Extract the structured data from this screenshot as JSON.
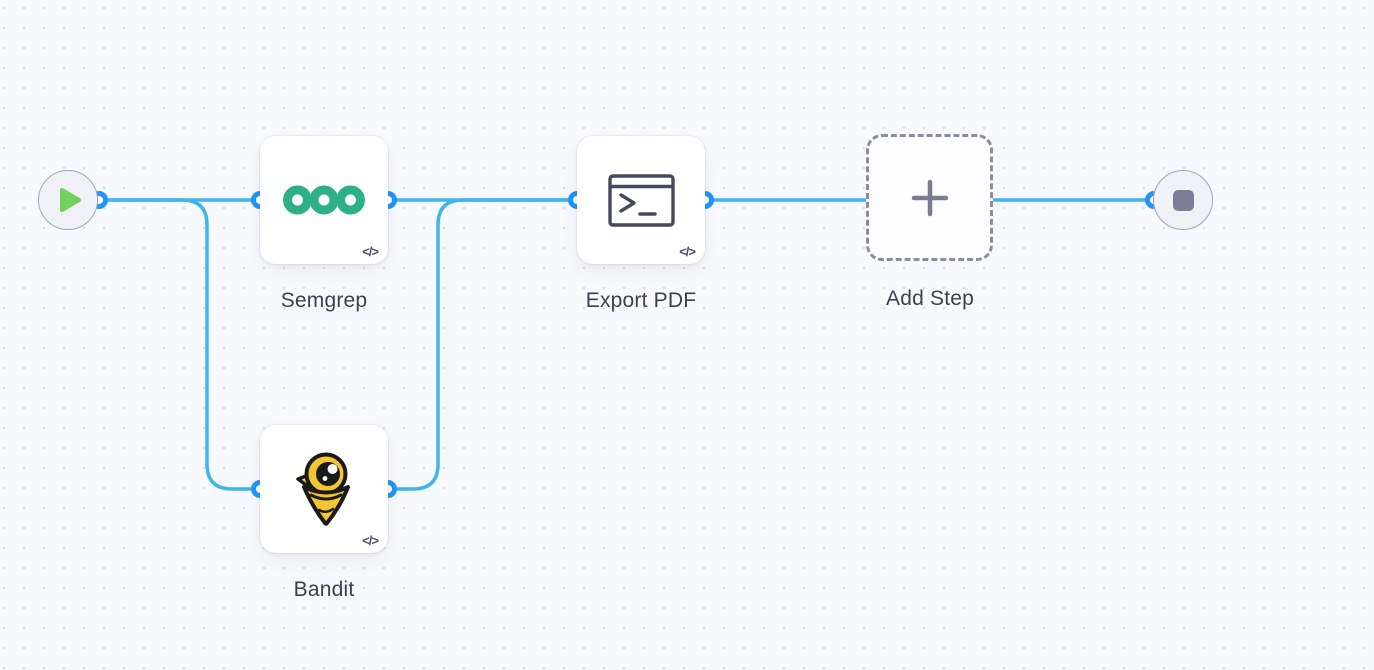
{
  "canvas": {
    "colors": {
      "canvas_bg": "#F8F9FC",
      "dot": "#DADCE6",
      "edge": "#3FB5EC",
      "port": "#2196F3",
      "node_fill": "#F0F0F7",
      "node_border": "#A3A4B9",
      "play_green": "#72D15E",
      "stop_gray": "#7B7E94",
      "card_bg": "#FFFFFF",
      "semgrep_green": "#2EB087",
      "bandit_yellow": "#F5C531",
      "bandit_outline": "#1A1A1A",
      "icon_slate": "#454A5A",
      "label_text": "#3B4150",
      "badge_text": "#4A4E63",
      "dashed_border": "#8A8DA2",
      "plus_gray": "#7A7D92"
    }
  },
  "nodes": {
    "start": {
      "id": "start",
      "type": "trigger",
      "icon": "play-icon"
    },
    "semgrep": {
      "id": "semgrep",
      "type": "task",
      "label": "Semgrep",
      "icon": "semgrep-logo-icon",
      "badge": "</>"
    },
    "bandit": {
      "id": "bandit",
      "type": "task",
      "label": "Bandit",
      "icon": "bandit-logo-icon",
      "badge": "</>"
    },
    "export_pdf": {
      "id": "export-pdf",
      "type": "task",
      "label": "Export PDF",
      "icon": "terminal-icon",
      "badge": "</>"
    },
    "add_step": {
      "id": "add-step",
      "type": "placeholder",
      "label": "Add Step",
      "icon": "plus-icon"
    },
    "end": {
      "id": "end",
      "type": "terminator",
      "icon": "stop-icon"
    }
  },
  "edges": [
    {
      "from": "start",
      "to": "semgrep"
    },
    {
      "from": "start",
      "to": "bandit"
    },
    {
      "from": "semgrep",
      "to": "export-pdf"
    },
    {
      "from": "bandit",
      "to": "export-pdf"
    },
    {
      "from": "export-pdf",
      "to": "add-step"
    },
    {
      "from": "add-step",
      "to": "end"
    }
  ]
}
